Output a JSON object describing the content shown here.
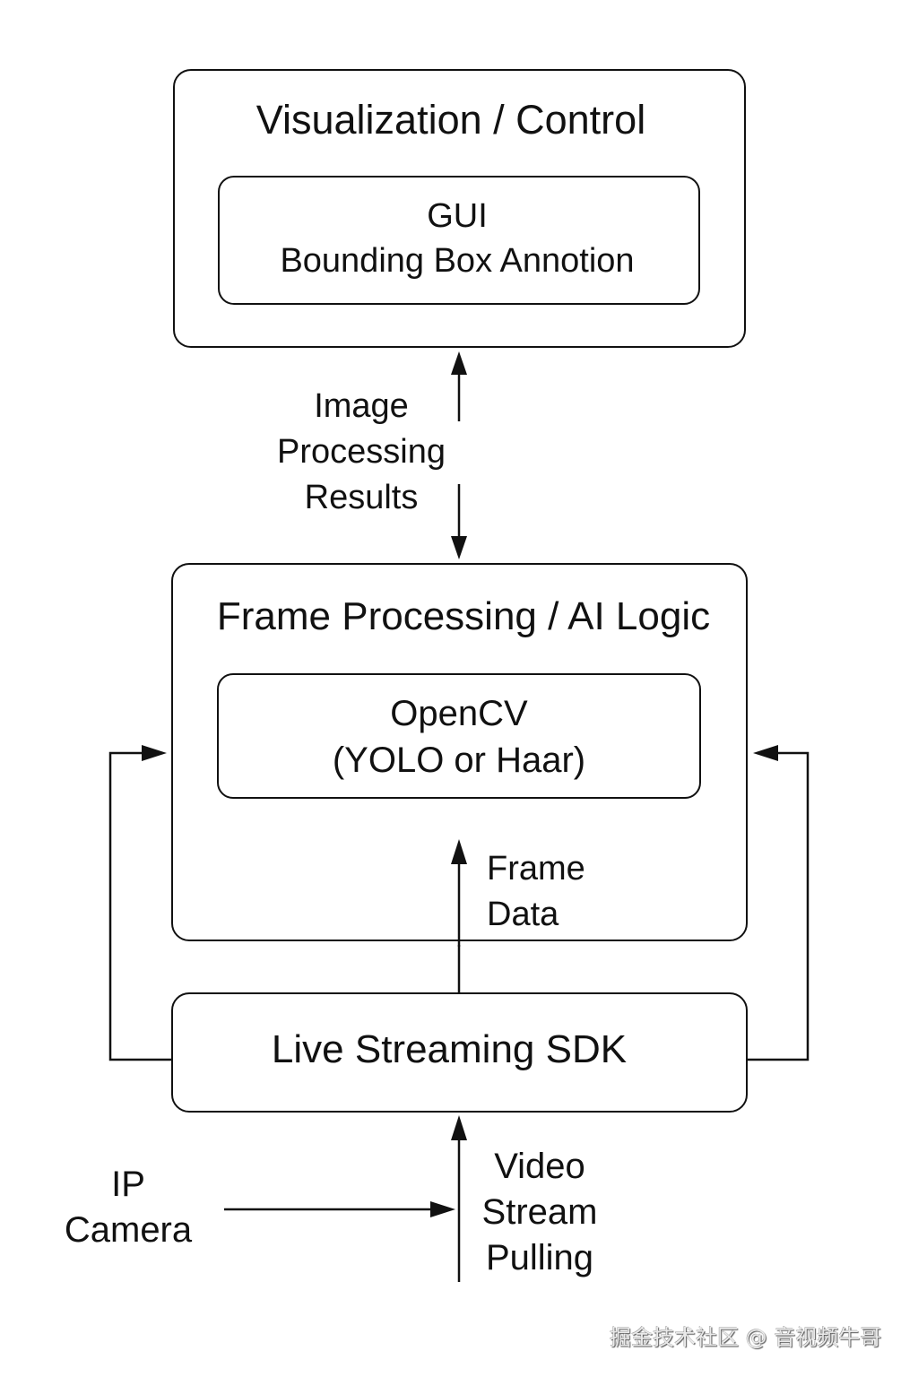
{
  "diagram": {
    "visualization_block": {
      "title": "Visualization / Control",
      "inner": {
        "line1": "GUI",
        "line2": "Bounding Box Annotion"
      }
    },
    "link_viz_frame": {
      "label_lines": [
        "Image",
        "Processing",
        "Results"
      ],
      "direction": "bidirectional"
    },
    "frame_block": {
      "title": "Frame Processing / AI Logic",
      "inner": {
        "line1": "OpenCV",
        "line2": "(YOLO or Haar)"
      }
    },
    "link_sdk_frame": {
      "label_lines": [
        "Frame",
        "Data"
      ],
      "direction": "up"
    },
    "sdk_block": {
      "title": "Live Streaming SDK"
    },
    "feedback_loops": {
      "left": "sdk-to-frame",
      "right": "sdk-to-frame"
    },
    "source": {
      "label_lines": [
        "IP",
        "Camera"
      ]
    },
    "link_camera_sdk": {
      "label_lines": [
        "Video",
        "Stream",
        "Pulling"
      ],
      "direction": "up"
    }
  },
  "watermark": "掘金技术社区 @ 音视频牛哥"
}
